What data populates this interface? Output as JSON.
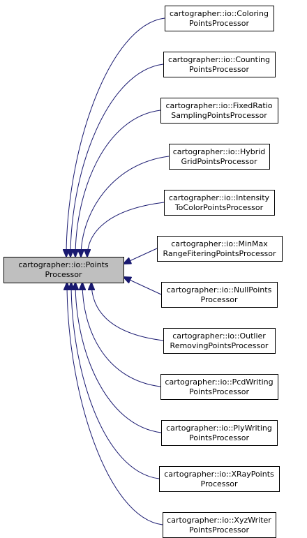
{
  "colors": {
    "base_fill": "#bfbfbf",
    "node_fill": "#ffffff",
    "border": "#000000",
    "edge": "#191970"
  },
  "base_class": {
    "lines": [
      "cartographer::io::Points",
      "Processor"
    ]
  },
  "derived_classes": [
    {
      "lines": [
        "cartographer::io::Coloring",
        "PointsProcessor"
      ]
    },
    {
      "lines": [
        "cartographer::io::Counting",
        "PointsProcessor"
      ]
    },
    {
      "lines": [
        "cartographer::io::FixedRatio",
        "SamplingPointsProcessor"
      ]
    },
    {
      "lines": [
        "cartographer::io::Hybrid",
        "GridPointsProcessor"
      ]
    },
    {
      "lines": [
        "cartographer::io::Intensity",
        "ToColorPointsProcessor"
      ]
    },
    {
      "lines": [
        "cartographer::io::MinMax",
        "RangeFiteringPointsProcessor"
      ]
    },
    {
      "lines": [
        "cartographer::io::NullPoints",
        "Processor"
      ]
    },
    {
      "lines": [
        "cartographer::io::Outlier",
        "RemovingPointsProcessor"
      ]
    },
    {
      "lines": [
        "cartographer::io::PcdWriting",
        "PointsProcessor"
      ]
    },
    {
      "lines": [
        "cartographer::io::PlyWriting",
        "PointsProcessor"
      ]
    },
    {
      "lines": [
        "cartographer::io::XRayPoints",
        "Processor"
      ]
    },
    {
      "lines": [
        "cartographer::io::XyzWriter",
        "PointsProcessor"
      ]
    }
  ]
}
